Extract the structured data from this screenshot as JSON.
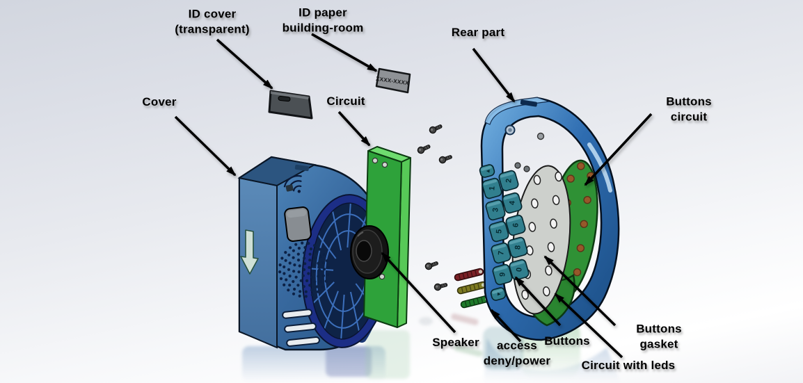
{
  "diagram": {
    "type": "exploded-view-cad",
    "labels": {
      "cover": "Cover",
      "id_cover": "ID cover\n(transparent)",
      "id_paper": "ID paper\nbuilding-room",
      "circuit": "Circuit",
      "rear_part": "Rear part",
      "buttons_circuit": "Buttons\ncircuit",
      "speaker": "Speaker",
      "access_deny_power": "access\ndeny/power",
      "buttons": "Buttons",
      "buttons_gasket": "Buttons\ngasket",
      "circuit_with_leds": "Circuit with leds"
    },
    "id_paper_text": "XXXX-XXXX",
    "keypad_keys": [
      "▲",
      "1",
      "2",
      "3",
      "4",
      "5",
      "6",
      "7",
      "8",
      "9",
      "0",
      "▼"
    ],
    "colors": {
      "housing_blue": "#3a6ca3",
      "rear_blue": "#2e6cb0",
      "ring_navy": "#1c2e86",
      "pcb_green": "#2ea23a",
      "buttons_circuit_green": "#2f9135",
      "buttons_teal": "#317f8e",
      "gasket_gray": "#cdd0cc",
      "pad_brown": "#96582a",
      "led_red": "#7a2026",
      "led_yellow": "#7d7a22",
      "led_green": "#1e7a2a",
      "id_cover_gray": "#4b5054",
      "id_paper_gray": "#8f9296",
      "label_text": "#000000"
    }
  }
}
